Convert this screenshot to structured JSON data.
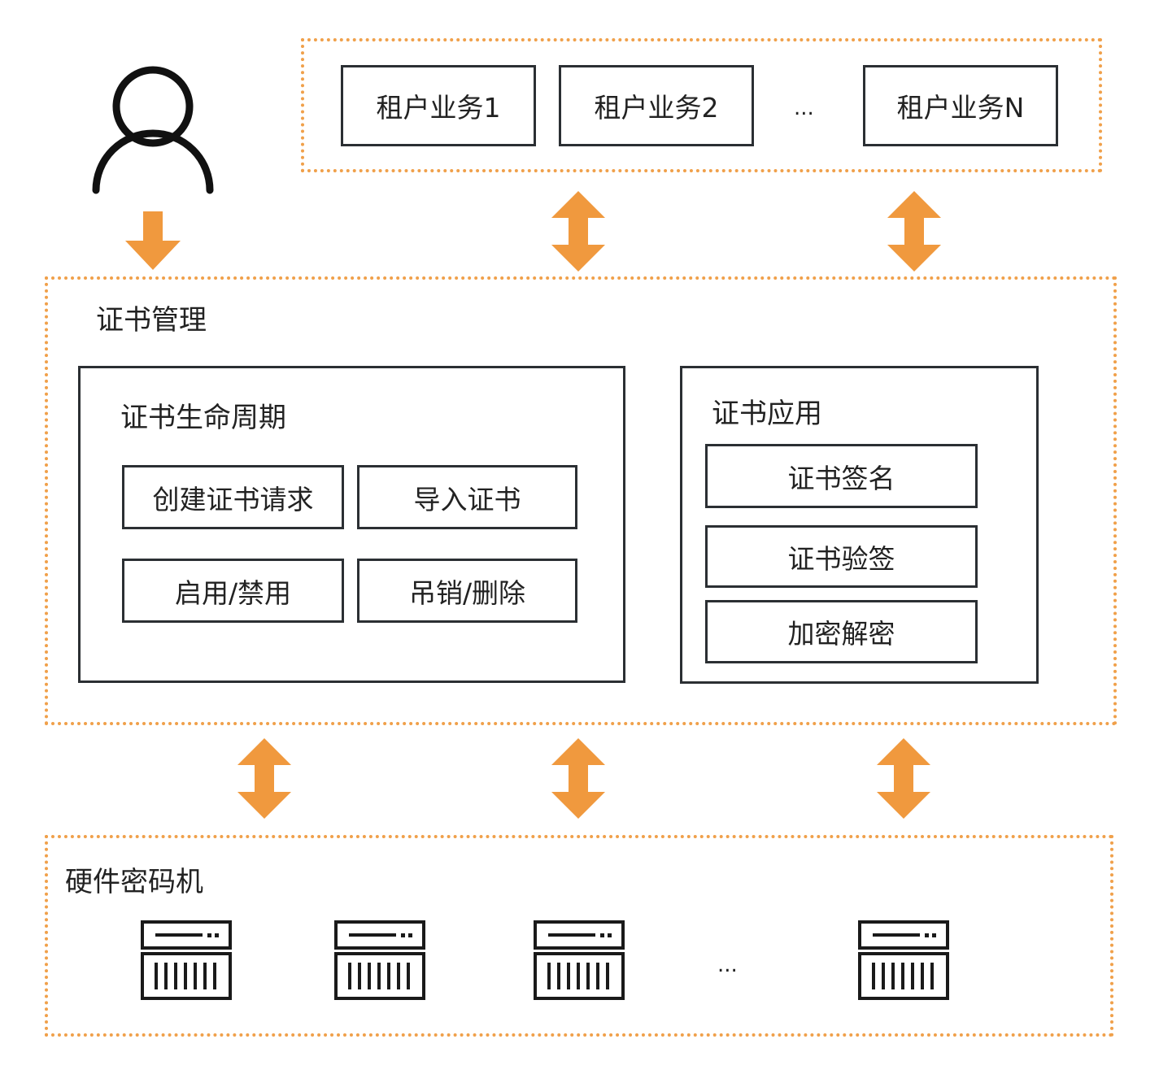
{
  "tenants": {
    "items": [
      "租户业务1",
      "租户业务2",
      "租户业务N"
    ],
    "ellipsis": "..."
  },
  "cert_management": {
    "title": "证书管理",
    "lifecycle": {
      "title": "证书生命周期",
      "actions": [
        "创建证书请求",
        "导入证书",
        "启用/禁用",
        "吊销/删除"
      ]
    },
    "application": {
      "title": "证书应用",
      "actions": [
        "证书签名",
        "证书验签",
        "加密解密"
      ]
    }
  },
  "hsm": {
    "title": "硬件密码机",
    "ellipsis": "...",
    "device_icon": "server-rack-icon"
  },
  "icons": {
    "user": "user-icon",
    "arrow_down": "arrow-down-icon",
    "arrow_bidirectional": "arrow-up-down-icon"
  },
  "colors": {
    "accent": "#f0993e",
    "border": "#2b2f33"
  }
}
